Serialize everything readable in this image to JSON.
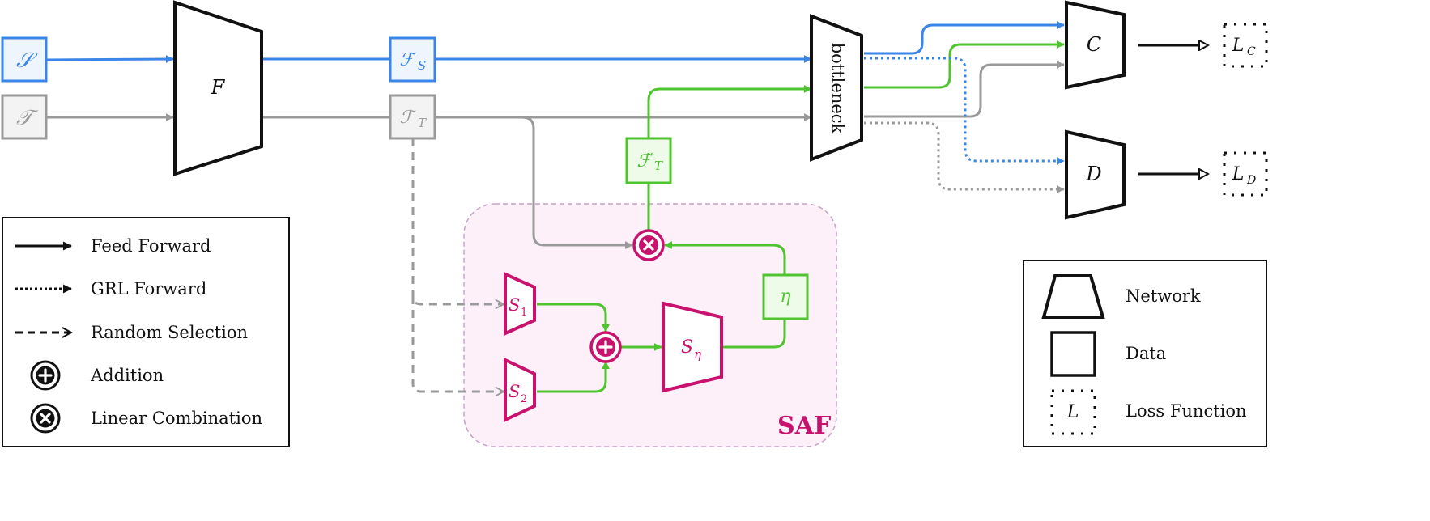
{
  "colors": {
    "blue": "#3a86e8",
    "gray": "#9a9a9a",
    "green": "#4ec42e",
    "magenta": "#c8126e",
    "saf_fill": "#fdf0f8",
    "saf_border": "#c8a2c8",
    "black": "#111111"
  },
  "inputs": {
    "source": "𝒮",
    "target": "𝒯"
  },
  "networks": {
    "feature_extractor": "F",
    "bottleneck": "bottleneck",
    "classifier": "C",
    "discriminator": "D",
    "selector_1": "S",
    "selector_1_sub": "1",
    "selector_2": "S",
    "selector_2_sub": "2",
    "selector_eta": "S",
    "selector_eta_sub": "η"
  },
  "features": {
    "source_feature": "ℱ",
    "source_feature_sub": "S",
    "target_feature": "ℱ",
    "target_feature_sub": "T",
    "aug_feature": "ℱ̃",
    "aug_feature_sub": "T",
    "eta": "η"
  },
  "losses": {
    "classifier_loss": "L",
    "classifier_loss_sub": "C",
    "discriminator_loss": "L",
    "discriminator_loss_sub": "D"
  },
  "module": {
    "name": "SAF"
  },
  "legend_arrows": {
    "feed_forward": "Feed Forward",
    "grl_forward": "GRL Forward",
    "random_selection": "Random Selection",
    "addition": "Addition",
    "linear_combination": "Linear Combination"
  },
  "legend_shapes": {
    "network": "Network",
    "data": "Data",
    "loss_symbol": "L",
    "loss_function": "Loss Function"
  }
}
